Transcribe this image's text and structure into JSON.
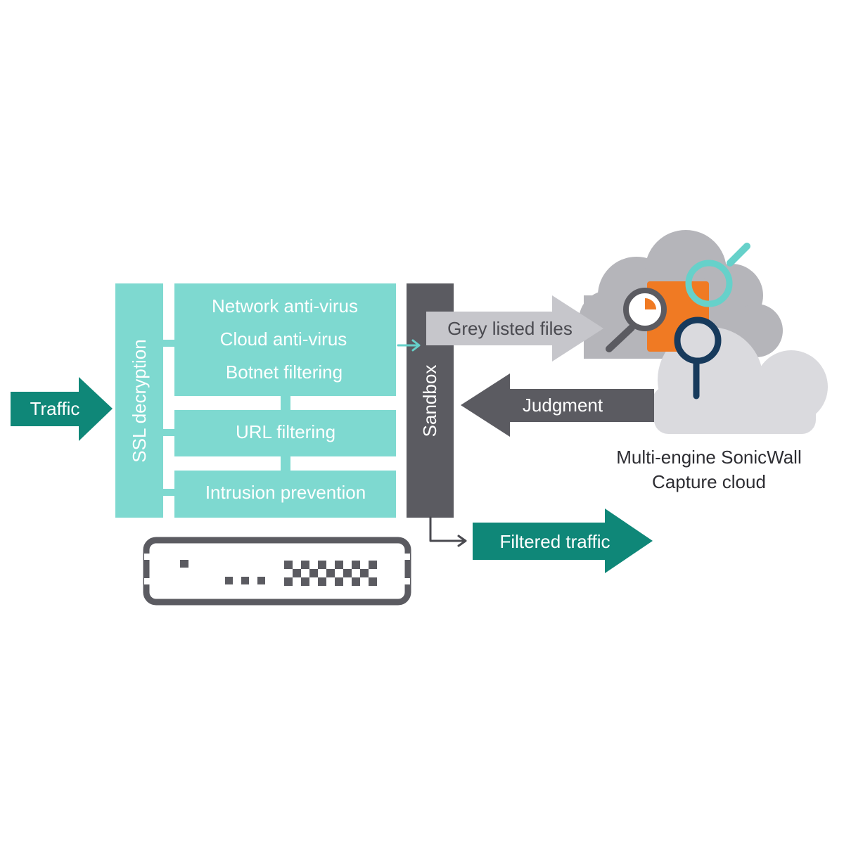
{
  "colors": {
    "teal_dark": "#0f8778",
    "teal_light": "#7ed9d0",
    "gray_dark": "#5b5b61",
    "gray_light": "#c6c6cb",
    "cloud_gray": "#b5b5ba",
    "cloud_light": "#dadade",
    "orange": "#f07a23",
    "cyan": "#66d1ca",
    "navy": "#173a5c"
  },
  "diagram": {
    "traffic_label": "Traffic",
    "ssl_label": "SSL decryption",
    "services": [
      "Network anti-virus",
      "Cloud anti-virus",
      "Botnet filtering"
    ],
    "url_label": "URL filtering",
    "intrusion_label": "Intrusion prevention",
    "sandbox_label": "Sandbox",
    "grey_label": "Grey listed files",
    "judgment_label": "Judgment",
    "cloud_caption": [
      "Multi-engine SonicWall",
      "Capture cloud"
    ],
    "filtered_label": "Filtered traffic",
    "icons": [
      "firewall-appliance-icon",
      "cloud-icon",
      "magnifier-icon"
    ]
  }
}
